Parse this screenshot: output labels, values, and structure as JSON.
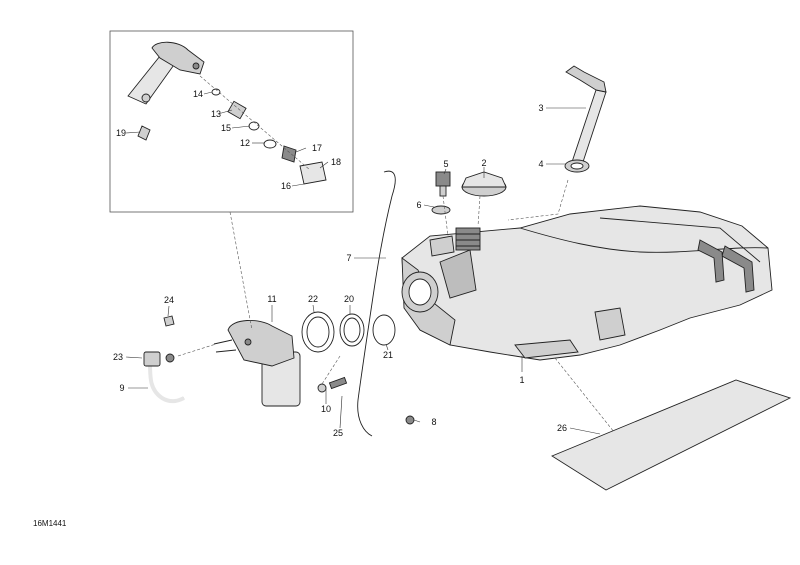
{
  "drawing_id": "16M1441",
  "callouts": [
    {
      "label": "1"
    },
    {
      "label": "2"
    },
    {
      "label": "3"
    },
    {
      "label": "4"
    },
    {
      "label": "5"
    },
    {
      "label": "6"
    },
    {
      "label": "7"
    },
    {
      "label": "8"
    },
    {
      "label": "9"
    },
    {
      "label": "10"
    },
    {
      "label": "11"
    },
    {
      "label": "12"
    },
    {
      "label": "13"
    },
    {
      "label": "14"
    },
    {
      "label": "15"
    },
    {
      "label": "16"
    },
    {
      "label": "17"
    },
    {
      "label": "18"
    },
    {
      "label": "19"
    },
    {
      "label": "20"
    },
    {
      "label": "21"
    },
    {
      "label": "22"
    },
    {
      "label": "23"
    },
    {
      "label": "24"
    },
    {
      "label": "25"
    },
    {
      "label": "26"
    }
  ],
  "colors": {
    "line": "#222222",
    "fill_light": "#e6e6e6",
    "fill_mid": "#cfcfcf",
    "fill_dark": "#8a8a8a"
  }
}
